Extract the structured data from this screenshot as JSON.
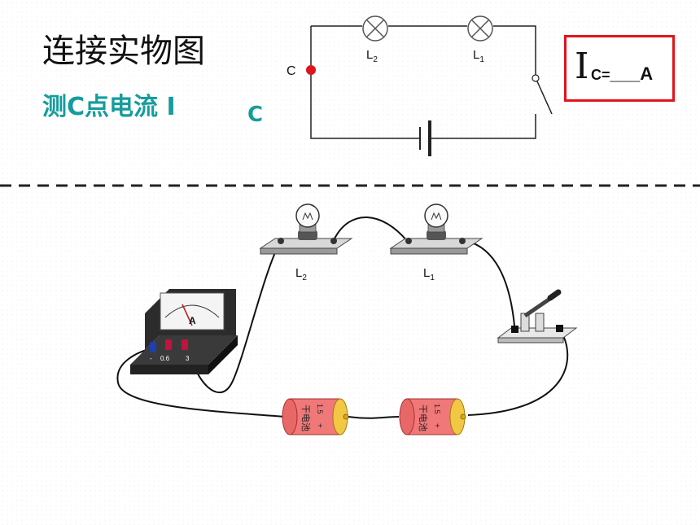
{
  "title": "连接实物图",
  "subtitle": {
    "text": "测C点电流 I",
    "subscript": "C"
  },
  "answer_box": {
    "symbol": "I",
    "subscript": "C=",
    "blank": "___",
    "unit": "A",
    "border_color": "#e0141c"
  },
  "circuit_diagram": {
    "point_label": "C",
    "lamp2_label": "L",
    "lamp2_sub": "2",
    "lamp1_label": "L",
    "lamp1_sub": "1",
    "point_color": "#e0141c"
  },
  "physical_setup": {
    "lamp2_label": "L",
    "lamp2_sub": "2",
    "lamp1_label": "L",
    "lamp1_sub": "1",
    "ammeter_letter": "A",
    "ammeter_terminals": [
      "-",
      "0.6",
      "3"
    ],
    "battery_text": "干电池",
    "battery_voltage": "1.5",
    "battery_plus": "+"
  },
  "colors": {
    "subtitle": "#169c9c",
    "battery_body": "#f07878",
    "battery_cap": "#f2c744"
  }
}
